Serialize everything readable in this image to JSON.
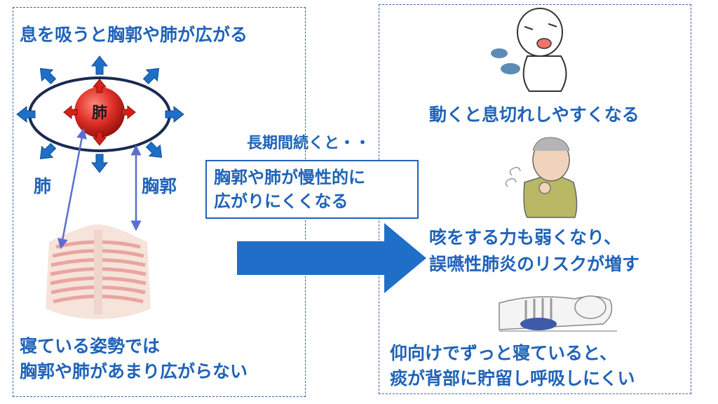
{
  "left": {
    "heading": "息を吸うと胸郭や肺が広がる",
    "lung_center": "肺",
    "label_lung": "肺",
    "label_chest": "胸郭",
    "caption_line1": "寝ている姿勢では",
    "caption_line2": "胸郭や肺があまり広がらない"
  },
  "middle": {
    "long_term": "長期間続くと・・",
    "boxed_line1": "胸郭や肺が慢性的に",
    "boxed_line2": "広がりにくくなる"
  },
  "right": {
    "item1": "動くと息切れしやすくなる",
    "item2_line1": "咳をする力も弱くなり、",
    "item2_line2": "誤嚥性肺炎のリスクが増す",
    "item3_line1": "仰向けでずっと寝ていると、",
    "item3_line2": "痰が背部に貯留し呼吸しにくい"
  },
  "colors": {
    "accent_blue": "#1f63b8",
    "lung_red": "#e0312a",
    "arrow_blue": "#1f6fc8"
  }
}
